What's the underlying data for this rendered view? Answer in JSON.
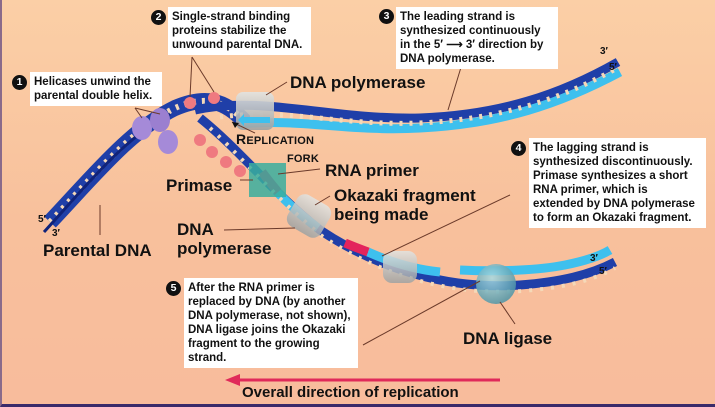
{
  "diagram": {
    "title": "DNA replication fork",
    "colors": {
      "background": "#f9c5a0",
      "parental_strand": "#1f3fa8",
      "parental_strand_dark": "#10237a",
      "new_strand": "#3ec0ee",
      "rna_primer": "#e3245c",
      "helicase": "#a58ad8",
      "ssb_protein": "#ef7a80",
      "primase": "#3aae9e",
      "dna_polymerase": "#b8bcbc",
      "dna_ligase": "#6aaab8",
      "direction_arrow": "#e02a5a"
    },
    "labels": {
      "dna_polymerase_top": "DNA polymerase",
      "replication": "Replication",
      "replication_first": "R",
      "replication_rest": "EPLICATION",
      "fork": "FORK",
      "rna_primer": "RNA primer",
      "primase": "Primase",
      "okazaki_line1": "Okazaki fragment",
      "okazaki_line2": "being made",
      "dna_polymerase_lower_line1": "DNA",
      "dna_polymerase_lower_line2": "polymerase",
      "parental_dna": "Parental DNA",
      "dna_ligase": "DNA ligase",
      "overall_direction": "Overall direction of replication"
    },
    "strand_ends": {
      "left_5": "5′",
      "left_3": "3′",
      "top_right_3": "3′",
      "top_right_5": "5′",
      "bottom_right_3": "3′",
      "bottom_right_5": "5′"
    },
    "notes": [
      {
        "number": "1",
        "lines": [
          "Helicases unwind the",
          "parental double helix."
        ]
      },
      {
        "number": "2",
        "lines": [
          "Single-strand binding",
          "proteins stabilize the",
          "unwound parental DNA."
        ]
      },
      {
        "number": "3",
        "lines": [
          "The leading strand is",
          "synthesized continuously",
          "in the 5′ ⟶ 3′ direction by",
          "DNA polymerase."
        ]
      },
      {
        "number": "4",
        "lines": [
          "The lagging strand is",
          "synthesized discontinuously.",
          "Primase synthesizes a short",
          "RNA primer, which is",
          "extended by DNA polymerase",
          "to form an Okazaki fragment."
        ]
      },
      {
        "number": "5",
        "lines": [
          "After the RNA primer is",
          "replaced by DNA (by another",
          "DNA polymerase, not shown),",
          "DNA ligase joins the Okazaki",
          "fragment to the growing",
          "strand."
        ]
      }
    ]
  }
}
